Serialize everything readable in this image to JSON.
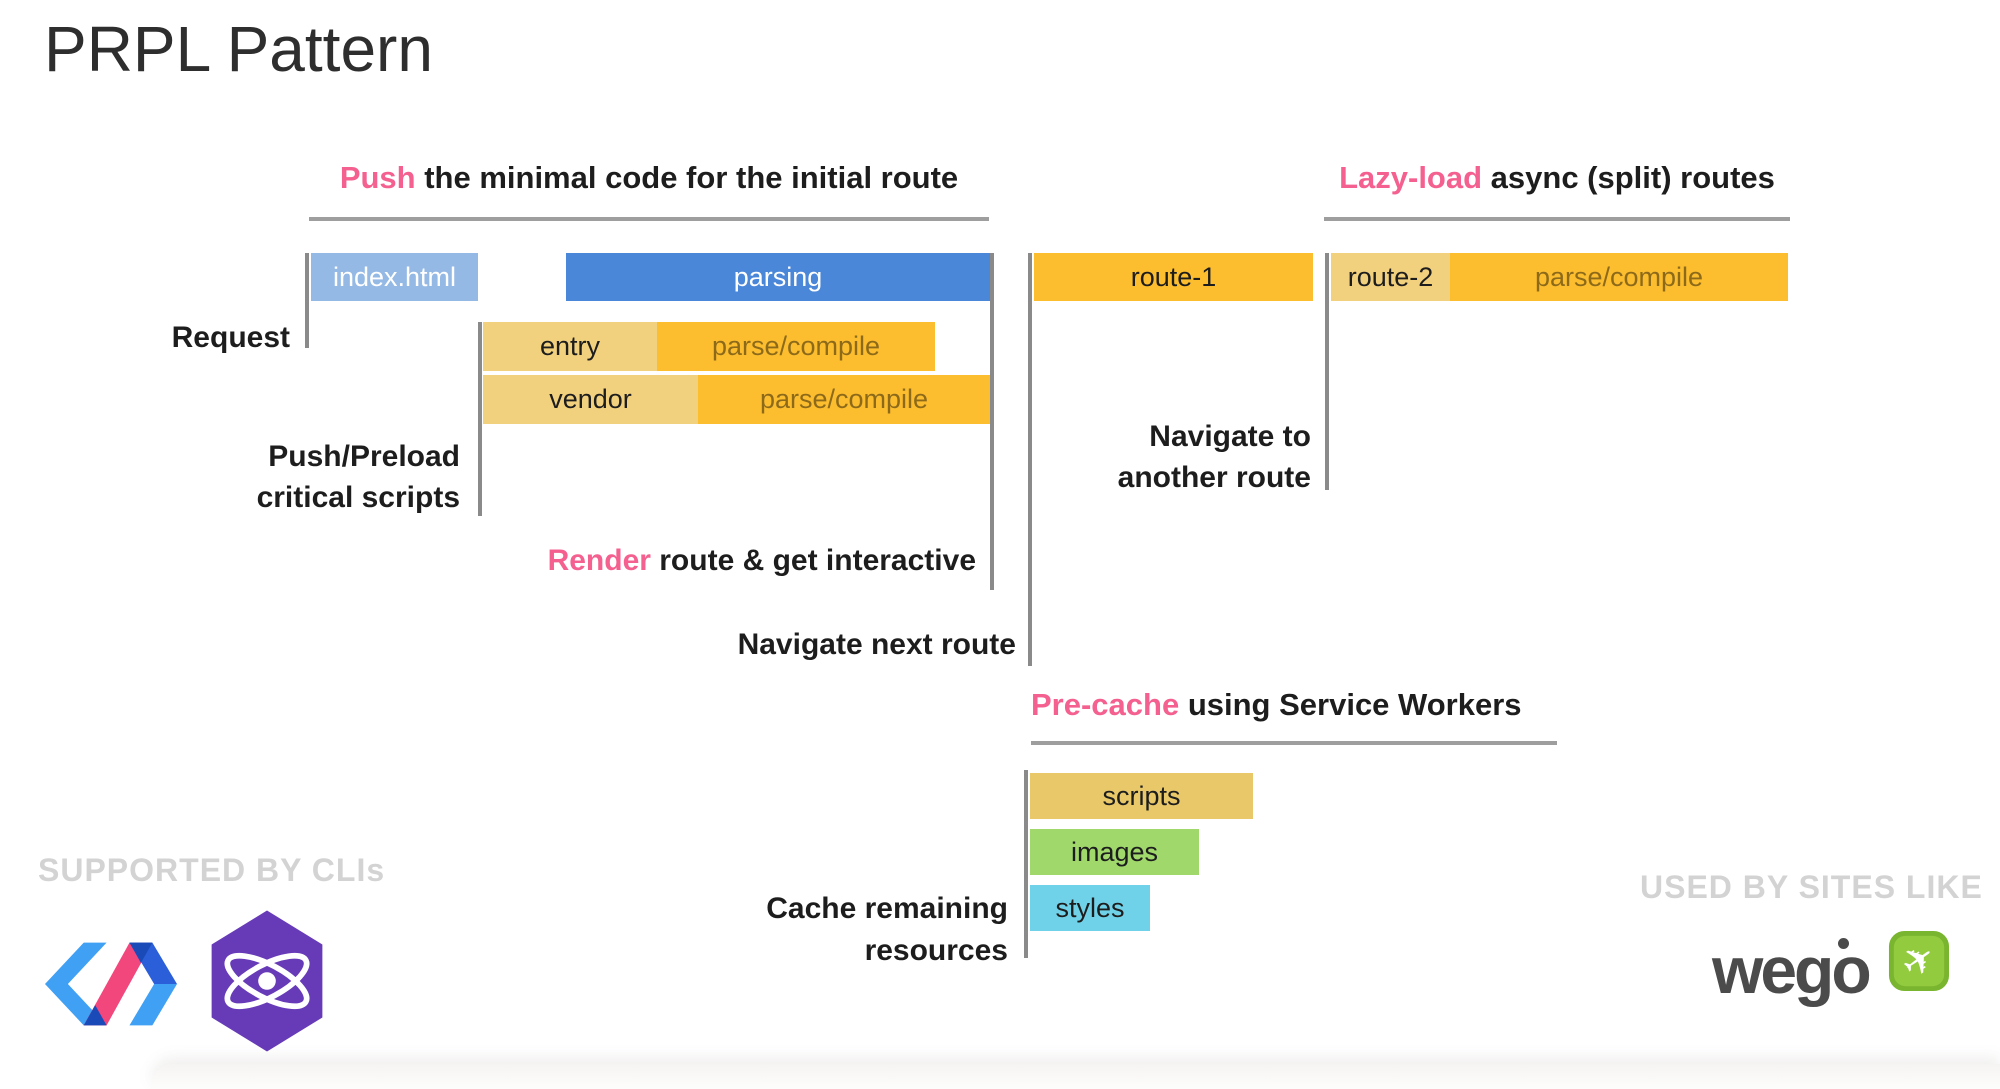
{
  "title": "PRPL Pattern",
  "headers": {
    "push": {
      "highlight": "Push",
      "rest": " the minimal code for the initial route"
    },
    "lazy": {
      "highlight": "Lazy-load",
      "rest": " async (split) routes"
    },
    "precache": {
      "highlight": "Pre-cache",
      "rest": " using Service Workers"
    }
  },
  "timeline": {
    "request_label": "Request",
    "push_preload": {
      "line1": "Push/Preload",
      "line2": "critical scripts"
    },
    "render": {
      "highlight": "Render",
      "rest": " route & get interactive"
    },
    "navigate_next": "Navigate next route",
    "navigate_another": {
      "line1": "Navigate to",
      "line2": "another route"
    },
    "cache_remaining": {
      "line1": "Cache remaining",
      "line2": "resources"
    },
    "bars": {
      "index_html": "index.html",
      "parsing": "parsing",
      "entry": "entry",
      "entry_parse": "parse/compile",
      "vendor": "vendor",
      "vendor_parse": "parse/compile",
      "route1": "route-1",
      "route2": "route-2",
      "route2_parse": "parse/compile",
      "scripts": "scripts",
      "images": "images",
      "styles": "styles"
    }
  },
  "footer": {
    "supported_by": "SUPPORTED BY CLIs",
    "used_by": "USED BY SITES LIKE",
    "wego_text": "wego",
    "logos": [
      "polymer-logo",
      "preact-logo",
      "wego-logo"
    ]
  },
  "colors": {
    "pink": "#f4608f",
    "blue": "#4a87d8",
    "light_blue": "#94b9e5",
    "orange": "#fcbd2f",
    "light_yellow": "#f2d17e",
    "scripts_tan": "#e8c868",
    "images_green": "#a0d86c",
    "styles_cyan": "#70d2e9",
    "line_gray": "#8a8a8a",
    "watermark_gray": "#d3d3d3"
  }
}
